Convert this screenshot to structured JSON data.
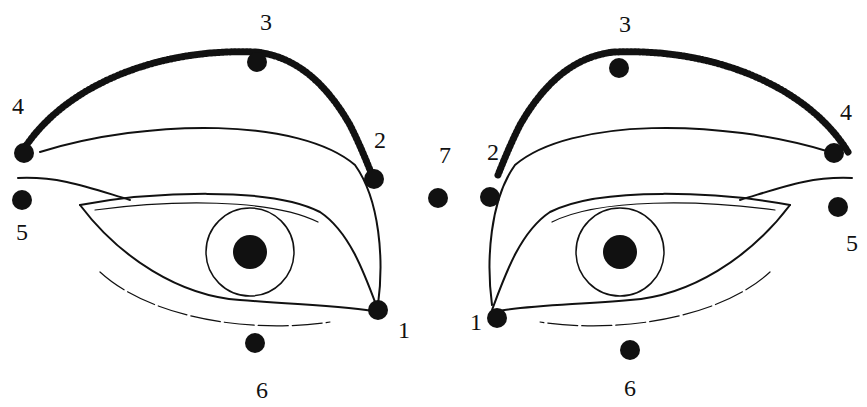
{
  "diagram": {
    "labels": [
      "3",
      "4",
      "2",
      "5",
      "1",
      "6",
      "7",
      "3",
      "2",
      "4",
      "5",
      "1",
      "6"
    ]
  }
}
